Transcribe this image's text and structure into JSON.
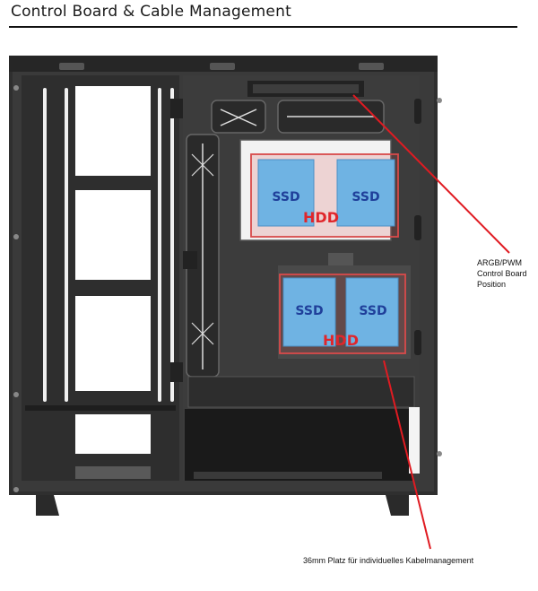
{
  "header": {
    "title": "Control Board & Cable Management"
  },
  "drives": {
    "upper_tray": {
      "ssd_left": "SSD",
      "ssd_right": "SSD",
      "hdd": "HDD"
    },
    "lower_tray": {
      "ssd_left": "SSD",
      "ssd_right": "SSD",
      "hdd": "HDD"
    }
  },
  "callouts": {
    "argb": {
      "line1": "ARGB/PWM",
      "line2": "Control Board",
      "line3": "Position"
    },
    "cable": {
      "text": "36mm Platz für individuelles Kabelmanagement"
    }
  },
  "colors": {
    "case": "#2b2b2b",
    "ssd_fill": "#6fb3e3",
    "ssd_text": "#1f3f9a",
    "hdd_outline": "#d84a4a",
    "hdd_text": "#e0262b",
    "leader": "#e01b22"
  }
}
